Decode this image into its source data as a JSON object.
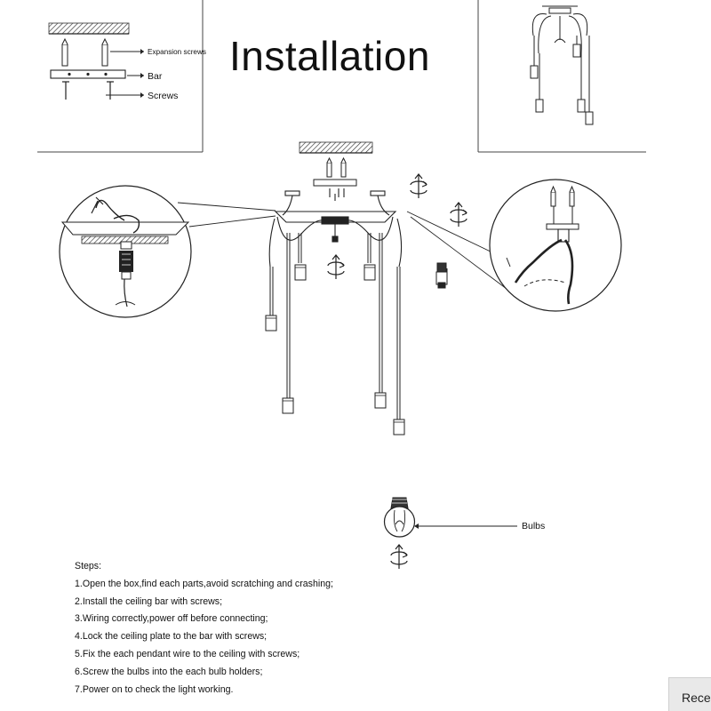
{
  "title": "Installation",
  "labels": {
    "expansion_screws": "Expansion screws",
    "bar": "Bar",
    "screws": "Screws",
    "bulbs": "Bulbs"
  },
  "steps": {
    "heading": "Steps:",
    "items": [
      "1.Open the box,find each parts,avoid scratching and crashing;",
      "2.Install the ceiling bar with screws;",
      "3.Wiring correctly,power off before connecting;",
      "4.Lock the ceiling plate to the bar with screws;",
      "5.Fix the each pendant wire to the ceiling with screws;",
      "6.Screw the bulbs into the each bulb holders;",
      "7.Power on to check the light working."
    ]
  },
  "tab": {
    "label": "Recently"
  }
}
